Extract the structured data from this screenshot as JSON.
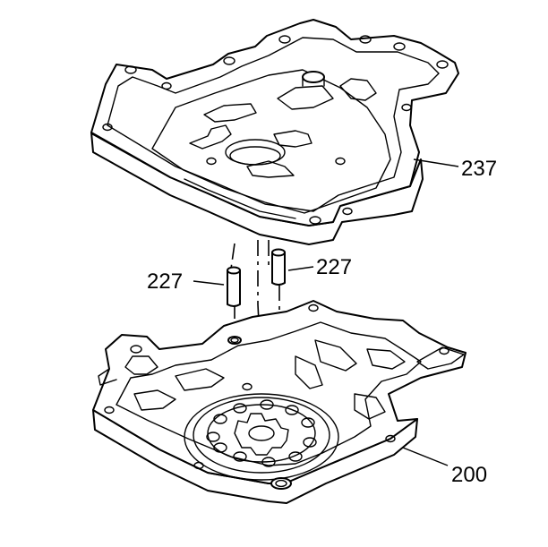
{
  "callouts": {
    "upper_plate": "237",
    "pin_left": "227",
    "pin_right": "227",
    "lower_body": "200"
  },
  "colors": {
    "ink": "#000000",
    "paper": "#ffffff"
  }
}
